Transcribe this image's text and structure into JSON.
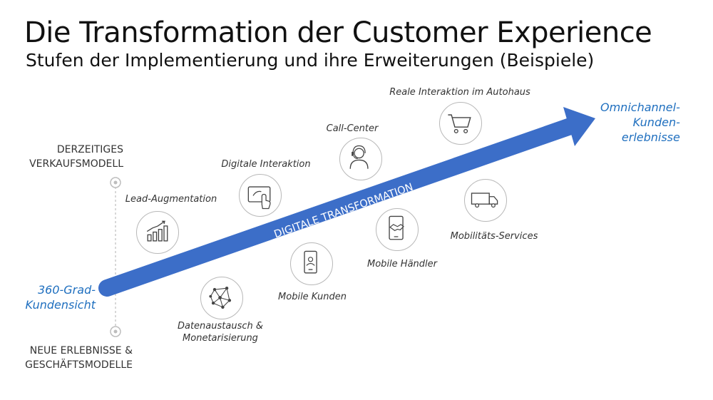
{
  "header": {
    "title": "Die Transformation der Customer Experience",
    "subtitle": "Stufen der Implementierung und ihre Erweiterungen (Beispiele)"
  },
  "axis": {
    "top_label_line1": "DERZEITIGES",
    "top_label_line2": "VERKAUFSMODELL",
    "bottom_label_line1": "NEUE ERLEBNISSE &",
    "bottom_label_line2": "GESCHÄFTSMODELLE"
  },
  "arrow": {
    "label": "DIGITALE TRANSFORMATION",
    "start_line1": "360-Grad-",
    "start_line2": "Kundensicht",
    "end_line1": "Omnichannel-",
    "end_line2": "Kunden-",
    "end_line3": "erlebnisse"
  },
  "items": {
    "lead": {
      "label": "Lead-Augmentation",
      "icon": "chart-growth-icon"
    },
    "data": {
      "label_line1": "Datenaustausch &",
      "label_line2": "Monetarisierung",
      "icon": "network-icon"
    },
    "digital": {
      "label": "Digitale Interaktion",
      "icon": "touch-screen-icon"
    },
    "mobile_customers": {
      "label": "Mobile Kunden",
      "icon": "smartphone-icon"
    },
    "call_center": {
      "label": "Call-Center",
      "icon": "headset-person-icon"
    },
    "mobile_dealer": {
      "label": "Mobile Händler",
      "icon": "handshake-phone-icon"
    },
    "real": {
      "label": "Reale Interaktion im Autohaus",
      "icon": "shopping-cart-icon"
    },
    "mobility": {
      "label": "Mobilitäts-Services",
      "icon": "truck-icon"
    }
  },
  "colors": {
    "arrow": "#3c6ec8",
    "accent_text": "#1f6fbf",
    "circle_border": "#b8b8b8"
  }
}
